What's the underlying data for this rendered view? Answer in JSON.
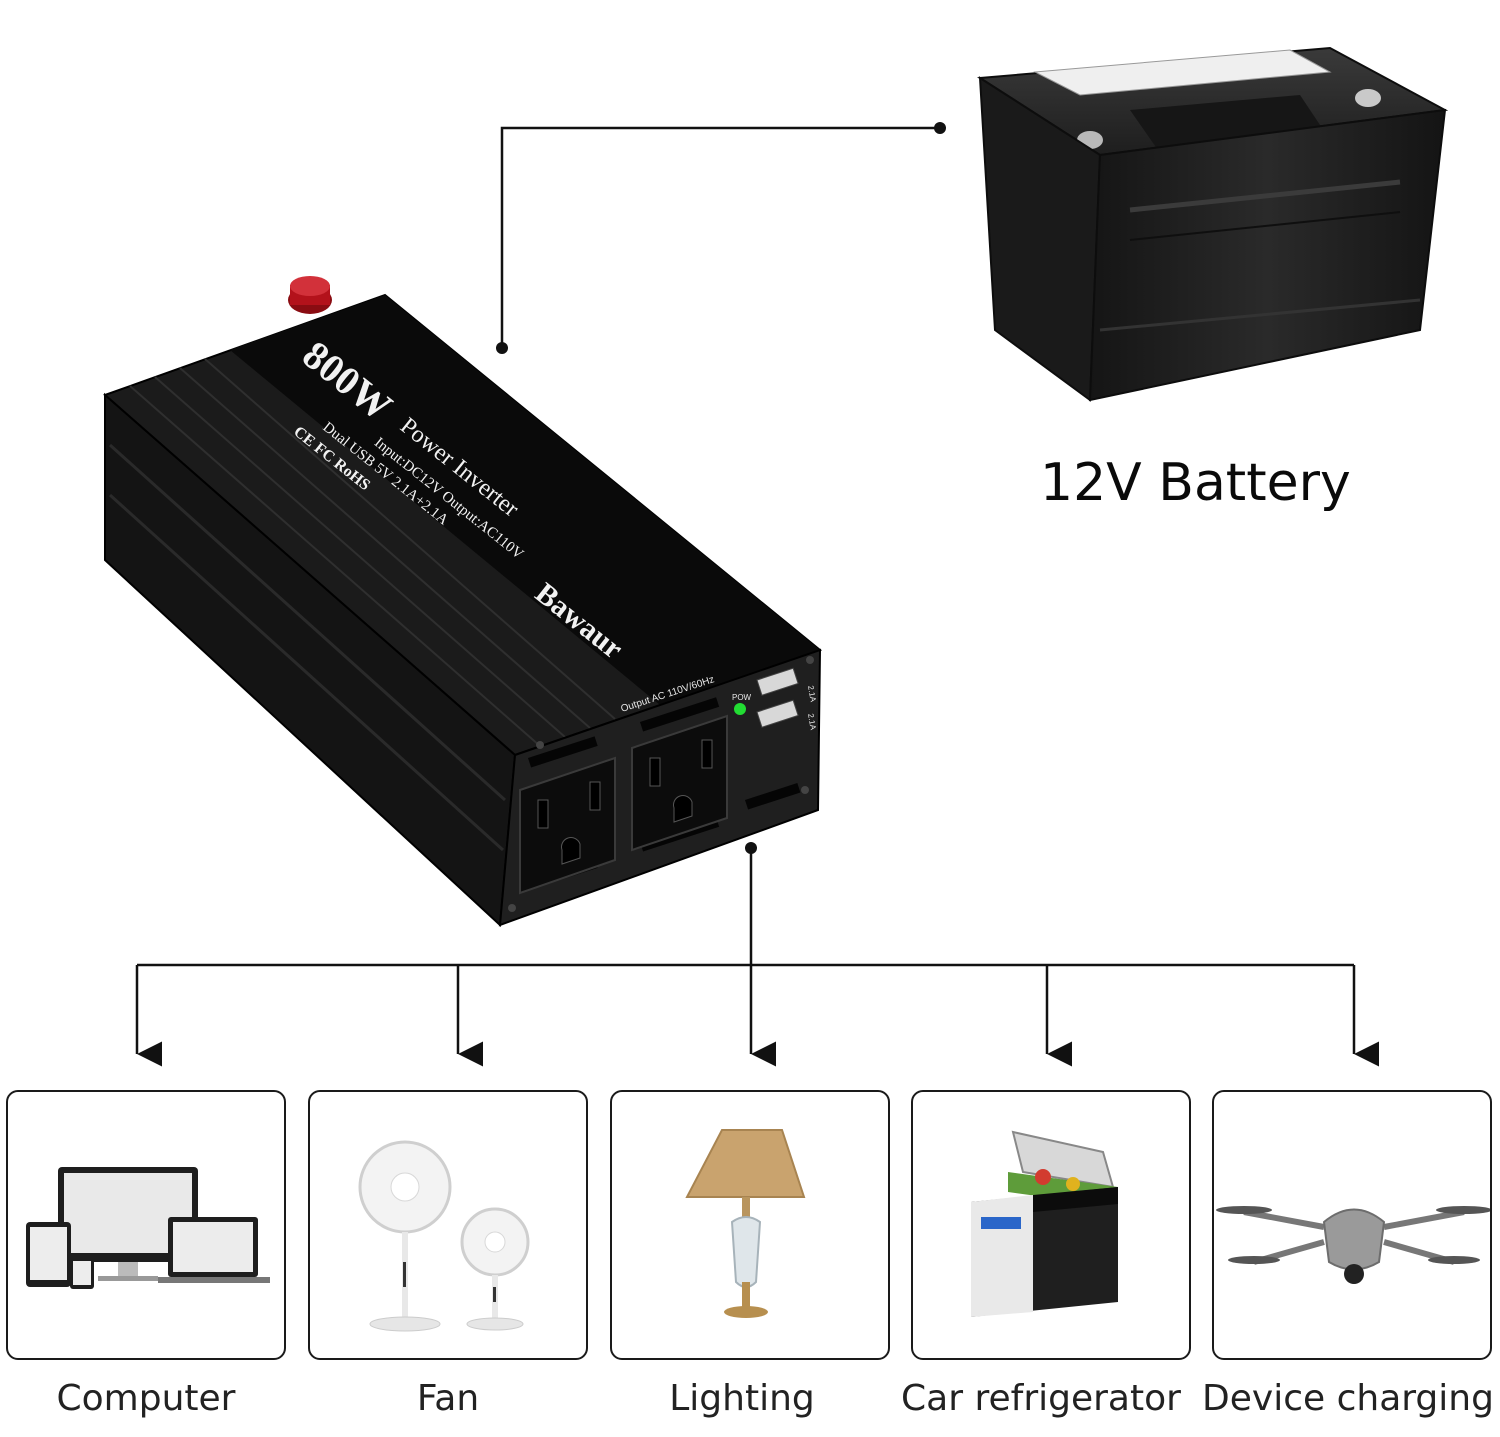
{
  "inverter": {
    "power_rating": "800W",
    "product_name": "Power Inverter",
    "spec_line": "Input:DC12V  Output:AC110V",
    "usb_line": "Dual USB 5V 2.1A+2.1A",
    "certifications": "CE FC RoHS",
    "brand": "Bawaur",
    "output_label": "Output AC 110V/60Hz",
    "pow_label": "POW",
    "usb_port_labels": [
      "2.1A",
      "2.1A"
    ]
  },
  "battery": {
    "label": "12V Battery"
  },
  "devices": [
    {
      "label": "Computer",
      "icon": "computer-devices-icon"
    },
    {
      "label": "Fan",
      "icon": "fans-icon"
    },
    {
      "label": "Lighting",
      "icon": "table-lamp-icon"
    },
    {
      "label": "Car refrigerator",
      "icon": "car-fridge-icon"
    },
    {
      "label": "Device charging",
      "icon": "drone-icon"
    }
  ],
  "colors": {
    "line": "#111111",
    "inverter_body": "#1b1b1b",
    "inverter_band": "#0a0a0a",
    "terminal_red": "#b3121b",
    "power_led": "#22dd33",
    "lampshade": "#c9a36e"
  }
}
